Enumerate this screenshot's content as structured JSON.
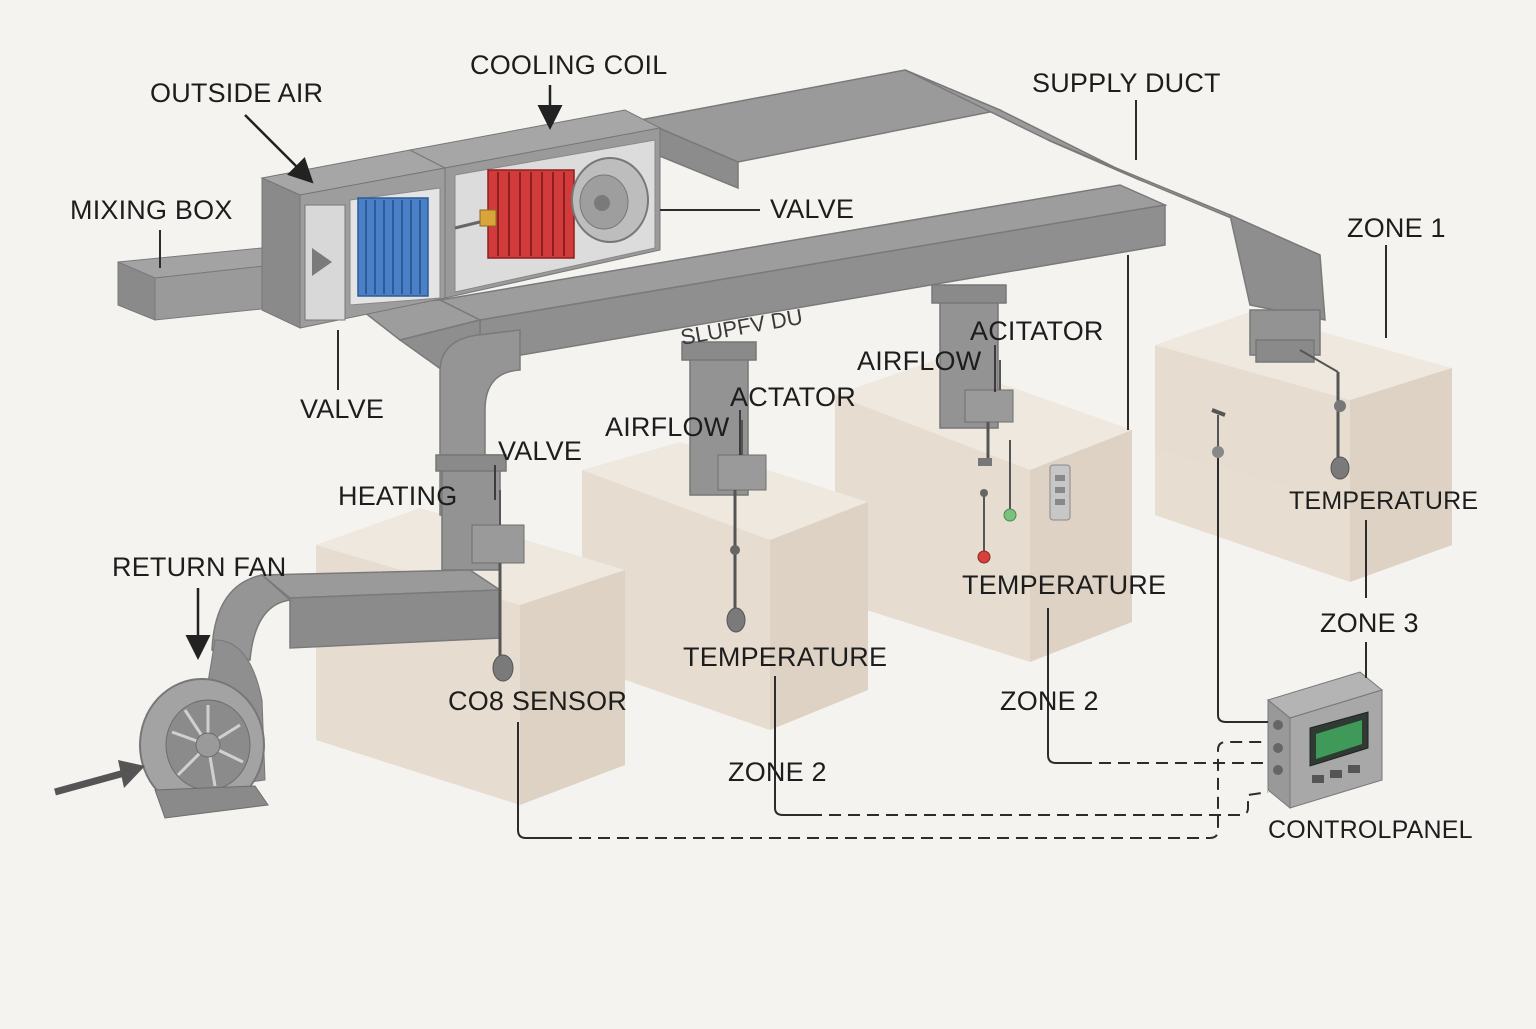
{
  "labels": {
    "outside_air": "OUTSIDE AIR",
    "cooling_coil": "COOLING COIL",
    "supply_duct": "SUPPLY DUCT",
    "mixing_box": "MIXING BOX",
    "valve_top": "VALVE",
    "zone_1": "ZONE 1",
    "valve_left": "VALVE",
    "duct_text": "SLUPFV DU",
    "acitator": "ACITATOR",
    "airflow_mid": "AIRFLOW",
    "actator": "ACTATOR",
    "airflow_left": "AIRFLOW",
    "valve_heating": "VALVE",
    "heating": "HEATING",
    "return_fan": "RETURN FAN",
    "temperature_right": "TEMPERATURE",
    "temperature_mid": "TEMPERATURE",
    "zone_3": "ZONE 3",
    "temperature_left": "TEMPERATURE",
    "zone_2_mid": "ZONE 2",
    "co2_sensor": "CO8 SENSOR",
    "zone_2_left": "ZONE 2",
    "control_panel": "CONTROLPANEL"
  },
  "colors": {
    "background": "#f5f3ef",
    "duct": "#9a9a9a",
    "duct_dark": "#7e7e7e",
    "room": "#e6ddd0",
    "cooling_coil": "#4a80c8",
    "heating_coil": "#d23b3b",
    "panel_screen": "#3f9a5a",
    "indicator_red": "#d8403a",
    "indicator_green": "#78c27e"
  }
}
